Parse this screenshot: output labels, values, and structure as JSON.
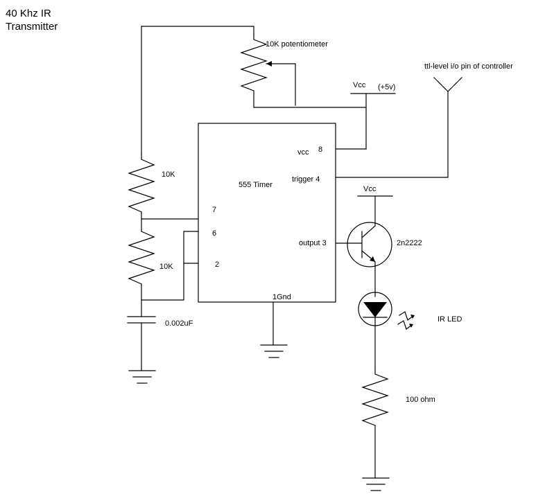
{
  "title": {
    "line1": "40 Khz IR",
    "line2": "Transmitter"
  },
  "components": {
    "potentiometer": "10K potentiometer",
    "vcc_top": "Vcc",
    "vcc_top_value": "(+5v)",
    "ttl_pin": "ttl-level i/o pin of controller",
    "timer": "555 Timer",
    "resistor_r1": "10K",
    "resistor_r2": "10K",
    "capacitor": "0.002uF",
    "transistor": "2n2222",
    "vcc_transistor": "Vcc",
    "ir_led": "IR LED",
    "resistor_led": "100 ohm"
  },
  "pins": {
    "vcc": "vcc",
    "vcc_num": "8",
    "trigger": "trigger 4",
    "pin7": "7",
    "pin6": "6",
    "pin2": "2",
    "output": "output 3",
    "gnd": "1Gnd"
  }
}
